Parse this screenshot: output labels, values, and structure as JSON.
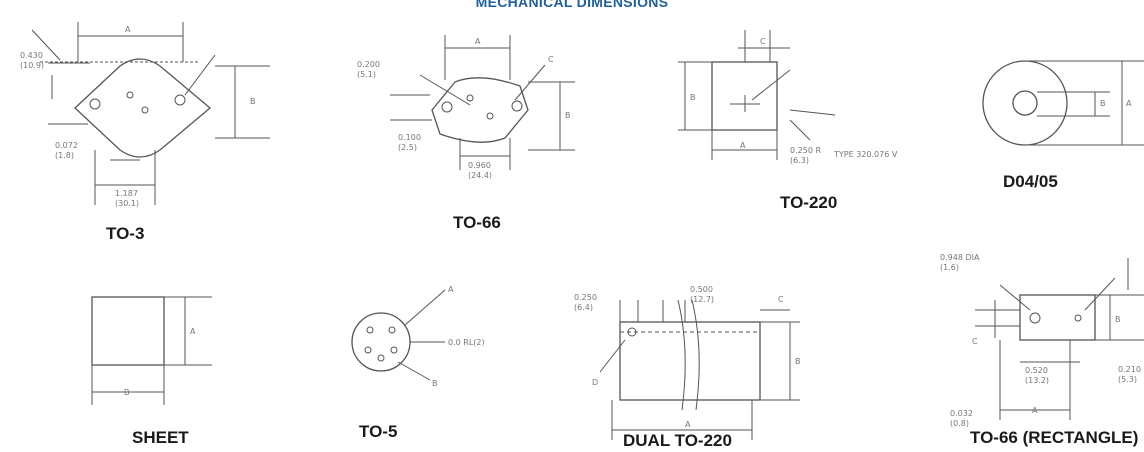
{
  "header": {
    "title": "MECHANICAL DIMENSIONS",
    "accent_color": "#1f5f9f"
  },
  "packages": {
    "to3": {
      "label": "TO-3",
      "dims": {
        "a": "A",
        "b": "B",
        "h1": "0.430",
        "h1m": "(10.9)",
        "h2": "0.072",
        "h2m": "(1.8)",
        "w": "1.187",
        "wm": "(30.1)"
      }
    },
    "to66": {
      "label": "TO-66",
      "dims": {
        "a": "A",
        "b": "B",
        "c": "C",
        "h1": "0.200",
        "h1m": "(5.1)",
        "h2": "0.100",
        "h2m": "(2.5)",
        "w": "0.960",
        "wm": "(24.4)"
      }
    },
    "to220": {
      "label": "TO-220",
      "dims": {
        "a": "A",
        "b": "B",
        "c": "C",
        "note1": "0.250 R",
        "note1m": "(6.3)",
        "note2": "TYPE 320.076 V"
      }
    },
    "d0405": {
      "label": "D04/05",
      "dims": {
        "a": "A",
        "b": "B"
      }
    },
    "sheet": {
      "label": "SHEET",
      "dims": {
        "a": "A",
        "b": "B"
      }
    },
    "to5": {
      "label": "TO-5",
      "dims": {
        "a": "A",
        "b": "B",
        "note": "0.0 RL(2)"
      }
    },
    "dual_to220": {
      "label": "DUAL TO-220",
      "dims": {
        "a": "A",
        "b": "B",
        "c": "C",
        "d": "D",
        "t1": "0.250",
        "t1m": "(6.4)",
        "t2": "0.500",
        "t2m": "(12.7)"
      }
    },
    "to66_rect": {
      "label": "TO-66 (RECTANGLE)",
      "dims": {
        "a": "A",
        "b": "B",
        "c": "C",
        "dia": "0.948 DIA",
        "diam": "(1.6)",
        "w": "0.520",
        "wm": "(13.2)",
        "r": "0.210",
        "rm": "(5.3)",
        "s": "0.032",
        "sm": "(0.8)"
      }
    }
  }
}
